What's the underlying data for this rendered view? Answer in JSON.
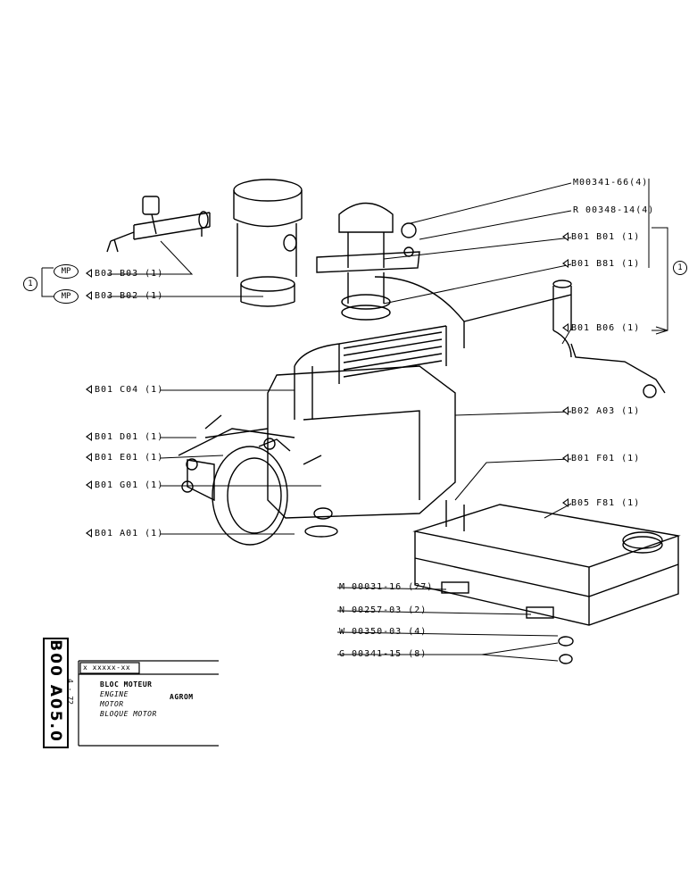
{
  "callouts_left": {
    "c1": "B03 B03 (1)",
    "c2": "B03 B02 (1)",
    "c3": "B01 C04 (1)",
    "c4": "B01 D01 (1)",
    "c5": "B01 E01 (1)",
    "c6": "B01 G01 (1)",
    "c7": "B01 A01 (1)"
  },
  "callouts_right": {
    "r1": "M00341-66(4)",
    "r2": "R 00348-14(4)",
    "r3": "B01  B01 (1)",
    "r4": "B01  B81 (1)",
    "r5": "B01  B06 (1)",
    "r6": "B02  A03 (1)",
    "r7": "B01  F01 (1)",
    "r8": "B05  F81 (1)",
    "r9": "M 00031-16 (27)",
    "r10": "N 00257-03 (2)",
    "r11": "W 00350-03 (4)",
    "r12": "G 00341-15 (8)"
  },
  "marks": {
    "circled_one_left": "1",
    "circled_one_right": "1",
    "mp": "MP"
  },
  "title_block": {
    "code": "B00 A05.0",
    "date": "4 - 72",
    "part_no": "x xxxxx-xx",
    "line1": "BLOC MOTEUR",
    "line2": "ENGINE",
    "line3": "MOTOR",
    "line4": "BLOQUE MOTOR",
    "maker": "AGROM"
  }
}
